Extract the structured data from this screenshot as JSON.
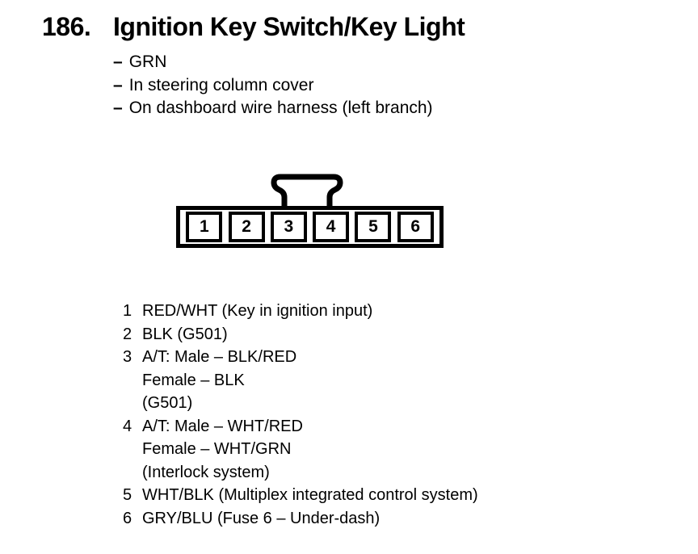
{
  "colors": {
    "ink": "#000000",
    "paper": "#ffffff"
  },
  "header": {
    "number": "186.",
    "title": "Ignition Key Switch/Key Light"
  },
  "notes": {
    "dash": "–",
    "items": [
      "GRN",
      "In steering column cover",
      "On dashboard wire harness (left branch)"
    ]
  },
  "connector": {
    "cells": [
      "1",
      "2",
      "3",
      "4",
      "5",
      "6"
    ]
  },
  "pins": [
    {
      "num": "1",
      "lines": [
        "RED/WHT (Key in ignition input)"
      ]
    },
    {
      "num": "2",
      "lines": [
        "BLK (G501)"
      ]
    },
    {
      "num": "3",
      "lines": [
        "A/T: Male – BLK/RED",
        "Female – BLK",
        "(G501)"
      ]
    },
    {
      "num": "4",
      "lines": [
        "A/T: Male – WHT/RED",
        "Female – WHT/GRN",
        "(Interlock system)"
      ]
    },
    {
      "num": "5",
      "lines": [
        "WHT/BLK (Multiplex integrated control system)"
      ]
    },
    {
      "num": "6",
      "lines": [
        "GRY/BLU (Fuse 6 – Under-dash)"
      ]
    }
  ]
}
